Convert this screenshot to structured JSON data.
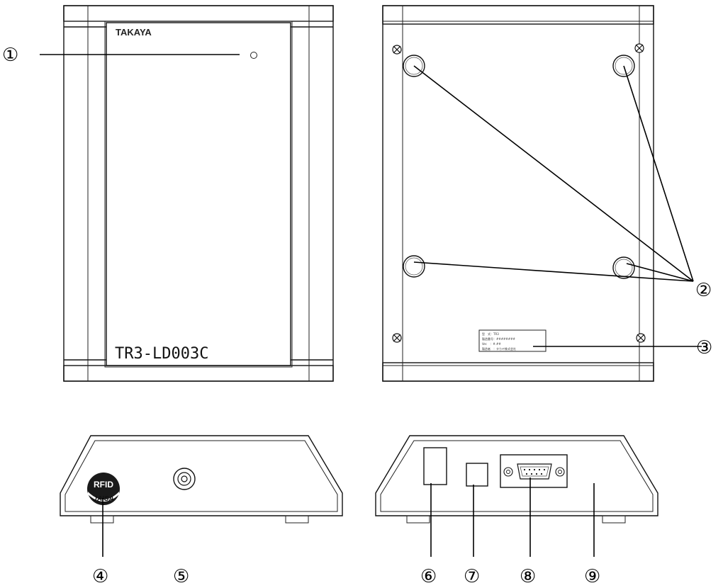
{
  "front_view": {
    "brand": "TAKAYA",
    "model": "TR3-LD003C"
  },
  "logo": {
    "top": "RFID",
    "bottom": "JAISA"
  },
  "rating_label": {
    "lines": [
      "型　式：TR3",
      "製造番号：########",
      "Ver.　：#.##",
      "製造者　：タカヤ株式会社"
    ]
  },
  "callouts": [
    "①",
    "②",
    "③",
    "④",
    "⑤",
    "⑥",
    "⑦",
    "⑧",
    "⑨"
  ],
  "colors": {
    "line": "#111111",
    "background": "#ffffff",
    "logo_fill": "#1a1a1a"
  }
}
